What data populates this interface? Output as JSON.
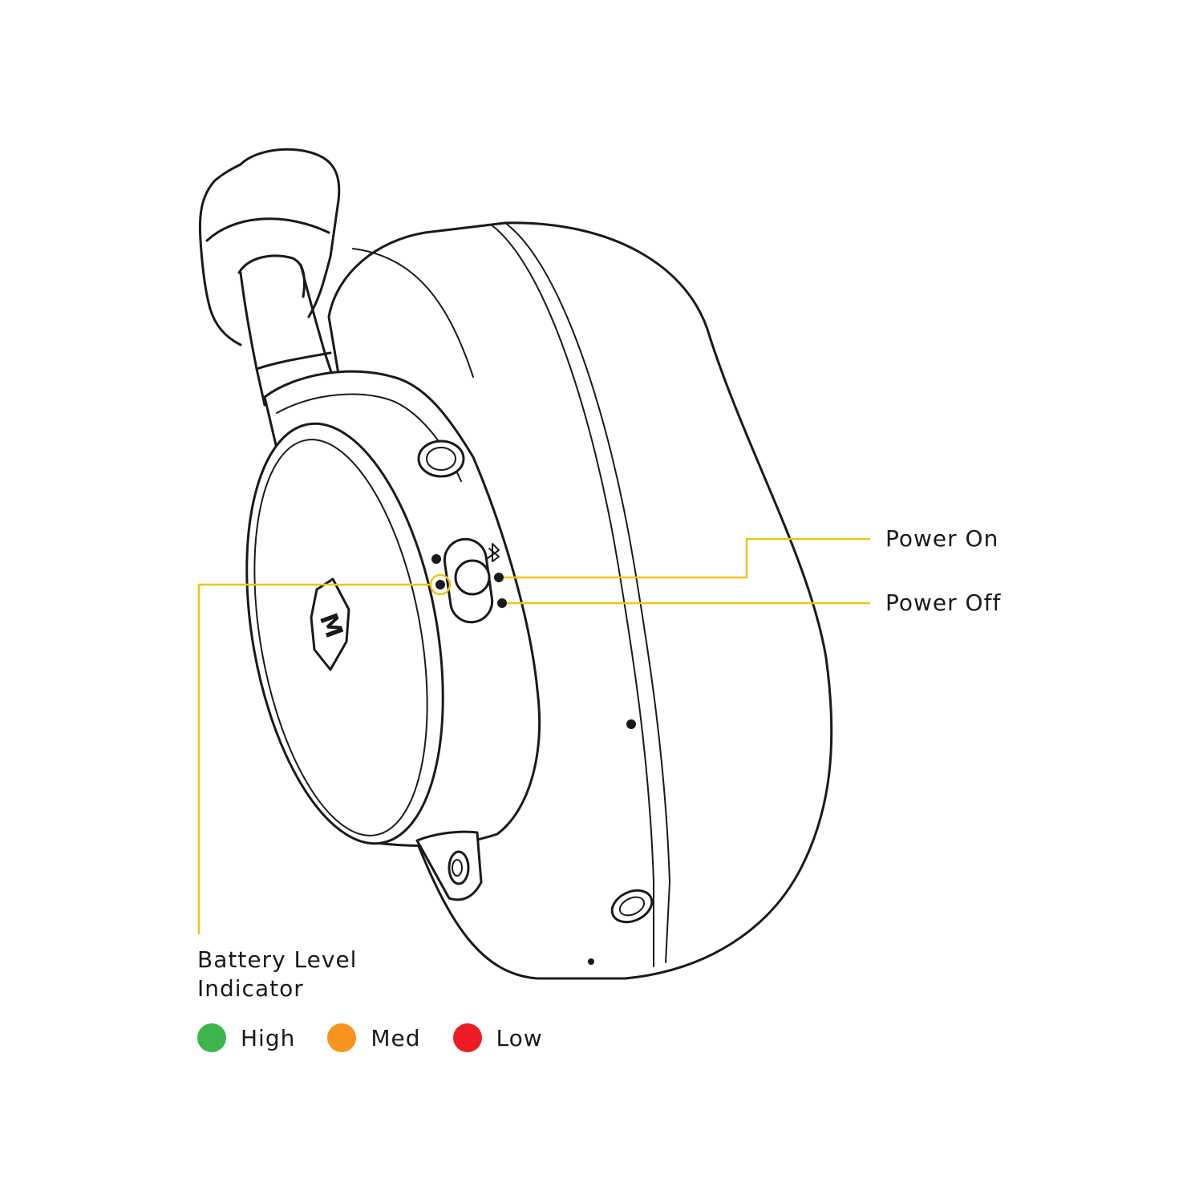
{
  "labels": {
    "power_on": "Power On",
    "power_off": "Power Off",
    "battery_line1": "Battery Level",
    "battery_line2": "Indicator"
  },
  "legend": [
    {
      "label": "High",
      "color": "#3cb54a"
    },
    {
      "label": "Med",
      "color": "#f7941d"
    },
    {
      "label": "Low",
      "color": "#ed1c24"
    }
  ],
  "colors": {
    "leader": "#f2c318",
    "outline": "#1a1a1a"
  },
  "icons": [
    "bluetooth-icon",
    "mw-logo-icon"
  ]
}
